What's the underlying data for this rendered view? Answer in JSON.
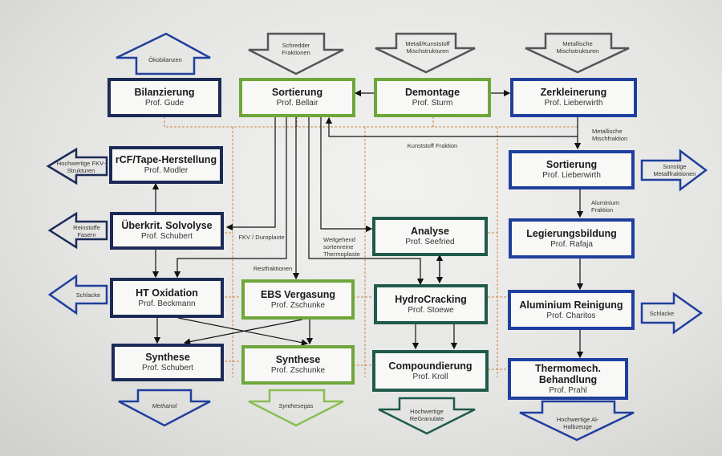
{
  "colors": {
    "navy": "#1b2a57",
    "green": "#6ea63a",
    "teal": "#1f5a4c",
    "blue": "#1f3f9e",
    "dashed": "#c8874a"
  },
  "boxes": {
    "bilanzierung": {
      "title": "Bilanzierung",
      "sub": "Prof. Gude"
    },
    "sortierung_bellair": {
      "title": "Sortierung",
      "sub": "Prof. Bellair"
    },
    "demontage": {
      "title": "Demontage",
      "sub": "Prof. Sturm"
    },
    "zerkleinerung": {
      "title": "Zerkleinerung",
      "sub": "Prof. Lieberwirth"
    },
    "rcf": {
      "title": "rCF/Tape-Herstellung",
      "sub": "Prof. Modler"
    },
    "solvolyse": {
      "title": "Überkrit. Solvolyse",
      "sub": "Prof. Schubert"
    },
    "ht_oxidation": {
      "title": "HT Oxidation",
      "sub": "Prof. Beckmann"
    },
    "synthese_schubert": {
      "title": "Synthese",
      "sub": "Prof. Schubert"
    },
    "ebs": {
      "title": "EBS Vergasung",
      "sub": "Prof. Zschunke"
    },
    "synthese_zschunke": {
      "title": "Synthese",
      "sub": "Prof. Zschunke"
    },
    "analyse": {
      "title": "Analyse",
      "sub": "Prof. Seefried"
    },
    "hydrocracking": {
      "title": "HydroCracking",
      "sub": "Prof. Stoewe"
    },
    "compoundierung": {
      "title": "Compoundierung",
      "sub": "Prof. Kroll"
    },
    "sortierung_lieberwirth": {
      "title": "Sortierung",
      "sub": "Prof. Lieberwirth"
    },
    "legierung": {
      "title": "Legierungsbildung",
      "sub": "Prof. Rafaja"
    },
    "alu_reinigung": {
      "title": "Aluminium Reinigung",
      "sub": "Prof. Charitos"
    },
    "thermomech": {
      "title": "Thermomech. Behandlung",
      "sub": "Prof. Prahl"
    }
  },
  "arrow_labels": {
    "oekobilanzen": "Ökobilanzen",
    "schredder": "Schredder Fraktionen",
    "metall_kunststoff": "Metall/Kunststoff Mischstrukturen",
    "metallische": "Metallische Mischstrukturen",
    "hochwertige_fkv": "Hochwertige FKV-Strukturen",
    "reinstoffe": "Reinstoffe Fasern",
    "schlacke_left": "Schlacke",
    "sonstige": "Sonstige Metallfraktionen",
    "schlacke_right": "Schlacke",
    "methanol": "Methanol",
    "synthesegas": "Synthesegas",
    "regranulate": "Hochwertige ReGranulate",
    "halbzeuge": "Hochwertige Al-Halbzeuge"
  },
  "flow_labels": {
    "kunststoff": "Kunststoff Fraktion",
    "metallische_mischfraktion": "Metallische Mischfraktion",
    "aluminium_fraktion": "Aluminium Fraktion",
    "fkv": "FKV / Duroplaste",
    "restfraktionen": "Restfraktionen",
    "weitgehend": "Weitgehend sortenreine Thermoplaste"
  }
}
